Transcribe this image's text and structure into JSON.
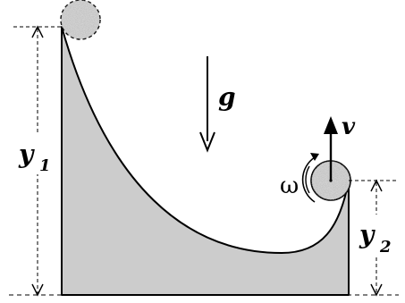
{
  "labels": {
    "y1": "y",
    "y1_sub": "1",
    "y2": "y",
    "y2_sub": "2",
    "g": "g",
    "v": "v",
    "omega": "ω"
  },
  "colors": {
    "ramp_fill": "#cccccc",
    "stroke": "#000000",
    "ball_fill": "#bdbdbd"
  }
}
